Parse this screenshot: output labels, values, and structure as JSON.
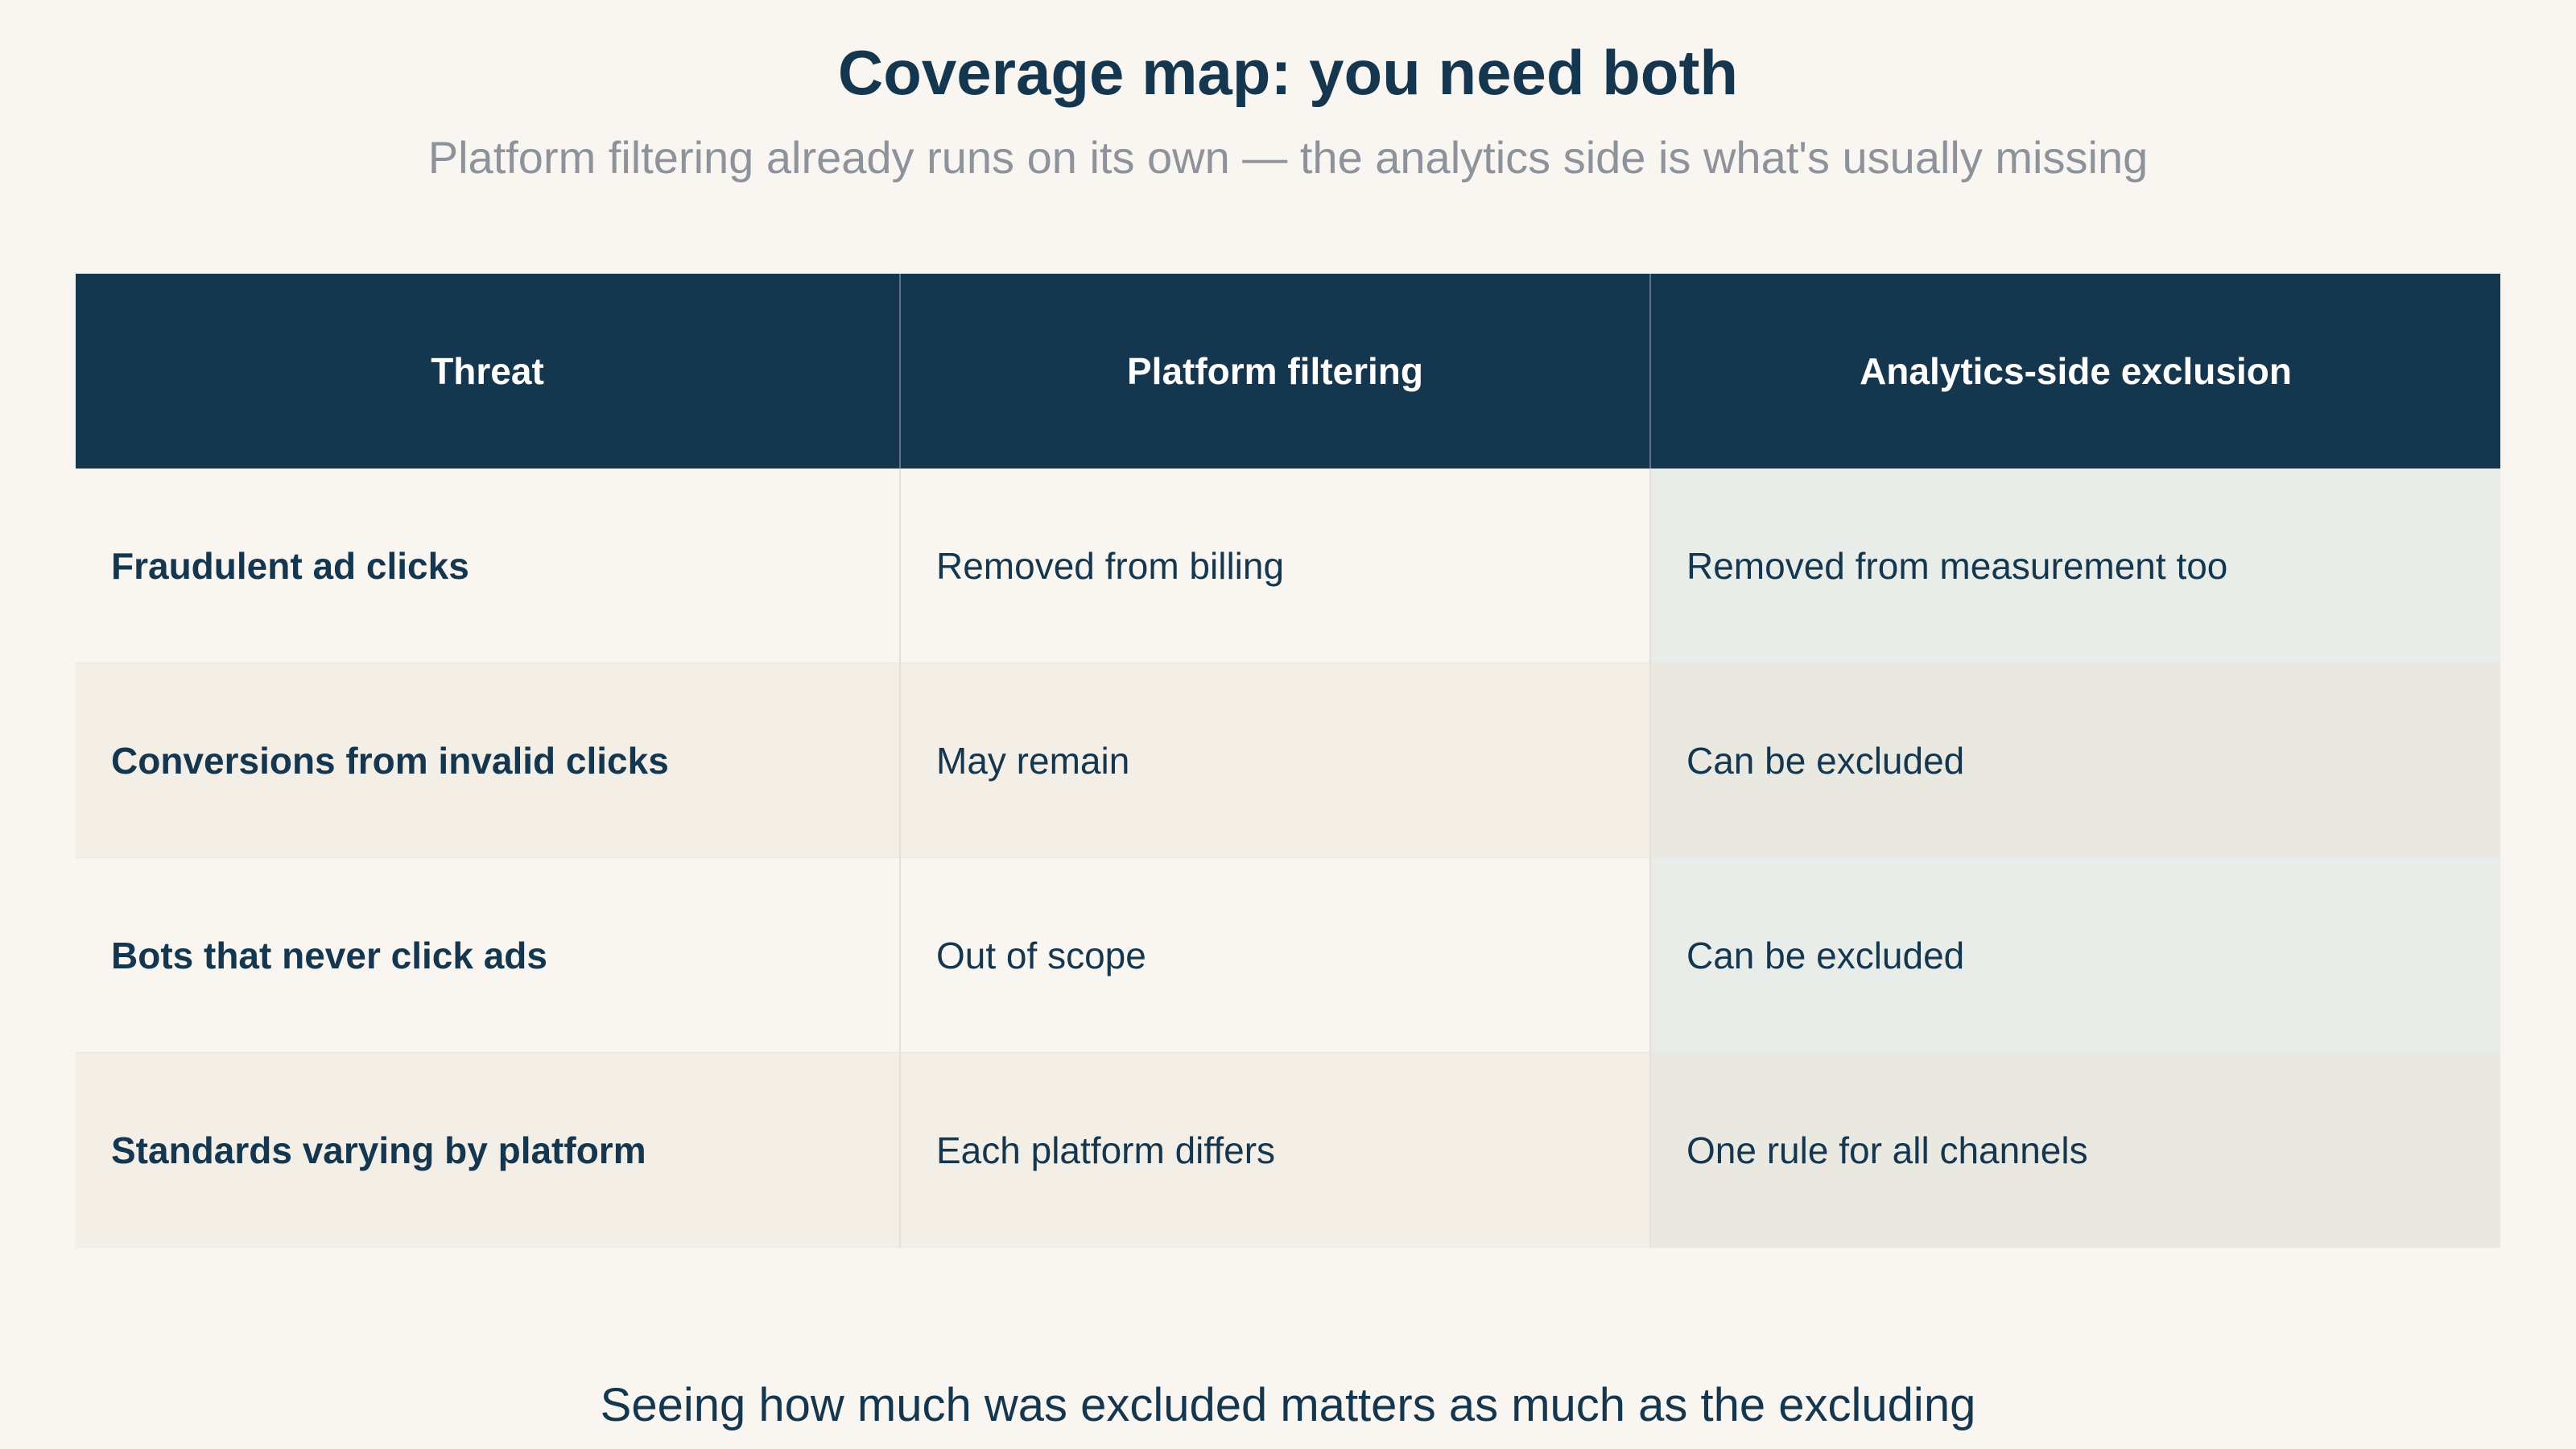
{
  "title": "Coverage map: you need both",
  "subtitle": "Platform filtering already runs on its own — the analytics side is what's usually missing",
  "table": {
    "headers": [
      "Threat",
      "Platform filtering",
      "Analytics-side exclusion"
    ],
    "rows": [
      {
        "threat": "Fraudulent ad clicks",
        "platform": "Removed from billing",
        "analytics": "Removed from measurement too"
      },
      {
        "threat": "Conversions from invalid clicks",
        "platform": "May remain",
        "analytics": "Can be excluded"
      },
      {
        "threat": "Bots that never click ads",
        "platform": "Out of scope",
        "analytics": "Can be excluded"
      },
      {
        "threat": "Standards varying by platform",
        "platform": "Each platform differs",
        "analytics": "One rule for all channels"
      }
    ]
  },
  "footer": "Seeing how much was excluded matters as much as the excluding",
  "colors": {
    "background": "#f9f6f1",
    "header_bg": "#14364f",
    "header_text": "#ffffff",
    "text": "#14364f",
    "subtitle": "#8e939b",
    "analytics_highlight": "#e8ede9"
  }
}
